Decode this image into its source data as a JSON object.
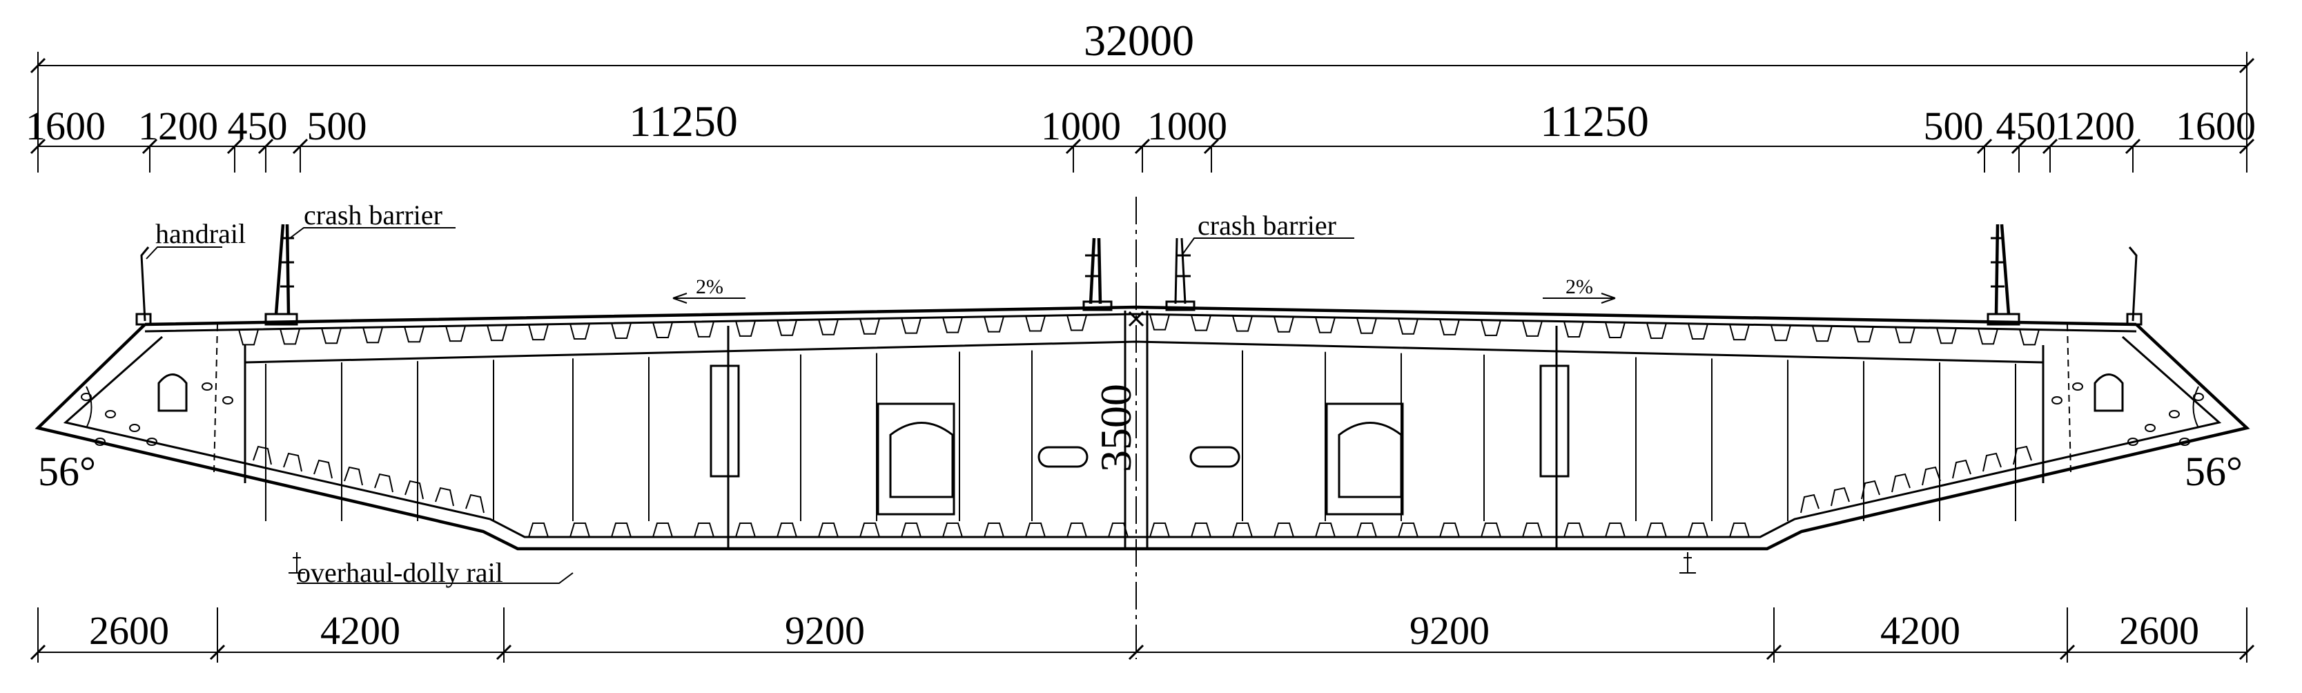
{
  "overall_width": "32000",
  "top_dims": [
    "1600",
    "1200",
    "450",
    "500",
    "11250",
    "1000",
    "1000",
    "11250",
    "500",
    "450",
    "1200",
    "1600"
  ],
  "bottom_dims": [
    "2600",
    "4200",
    "9200",
    "9200",
    "4200",
    "2600"
  ],
  "depth": "3500",
  "angles": {
    "left": "56°",
    "right": "56°"
  },
  "slopes": {
    "left": "2%",
    "right": "2%"
  },
  "labels": {
    "handrail": "handrail",
    "crash_barrier_left": "crash barrier",
    "crash_barrier_center": "crash barrier",
    "dolly_rail": "overhaul-dolly rail"
  }
}
